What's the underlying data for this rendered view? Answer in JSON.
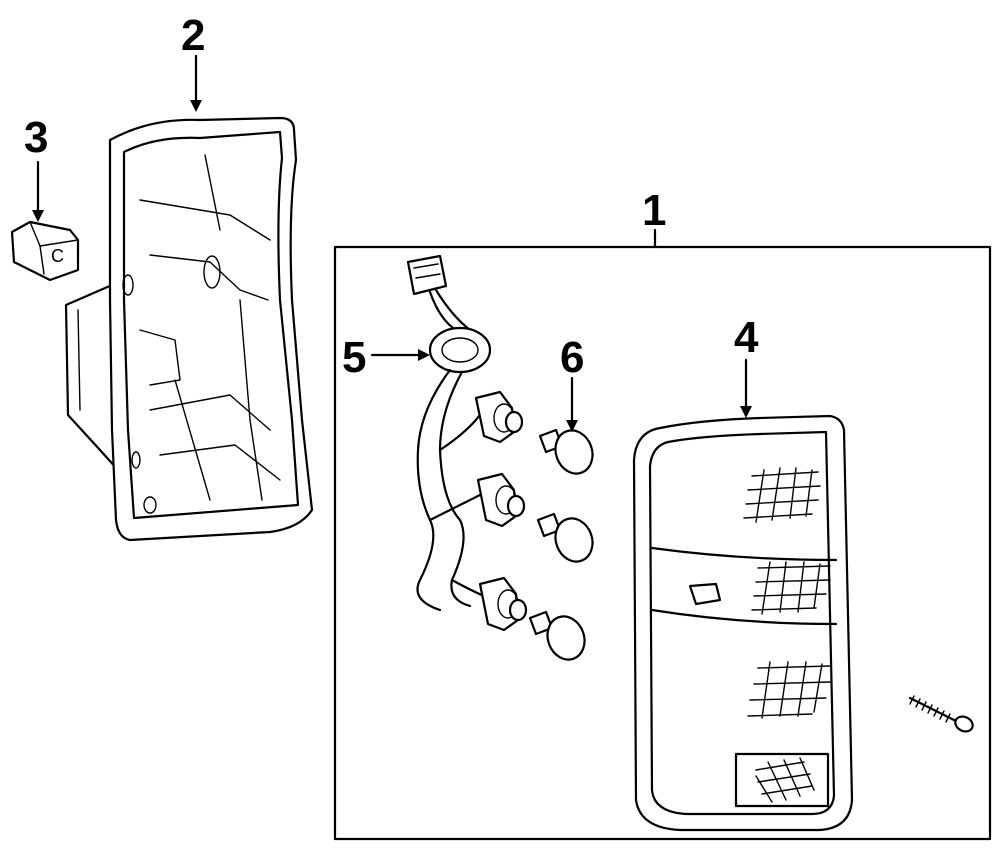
{
  "callouts": {
    "c1": "1",
    "c2": "2",
    "c3": "3",
    "c4": "4",
    "c5": "5",
    "c6": "6"
  },
  "socket_mark": "C"
}
